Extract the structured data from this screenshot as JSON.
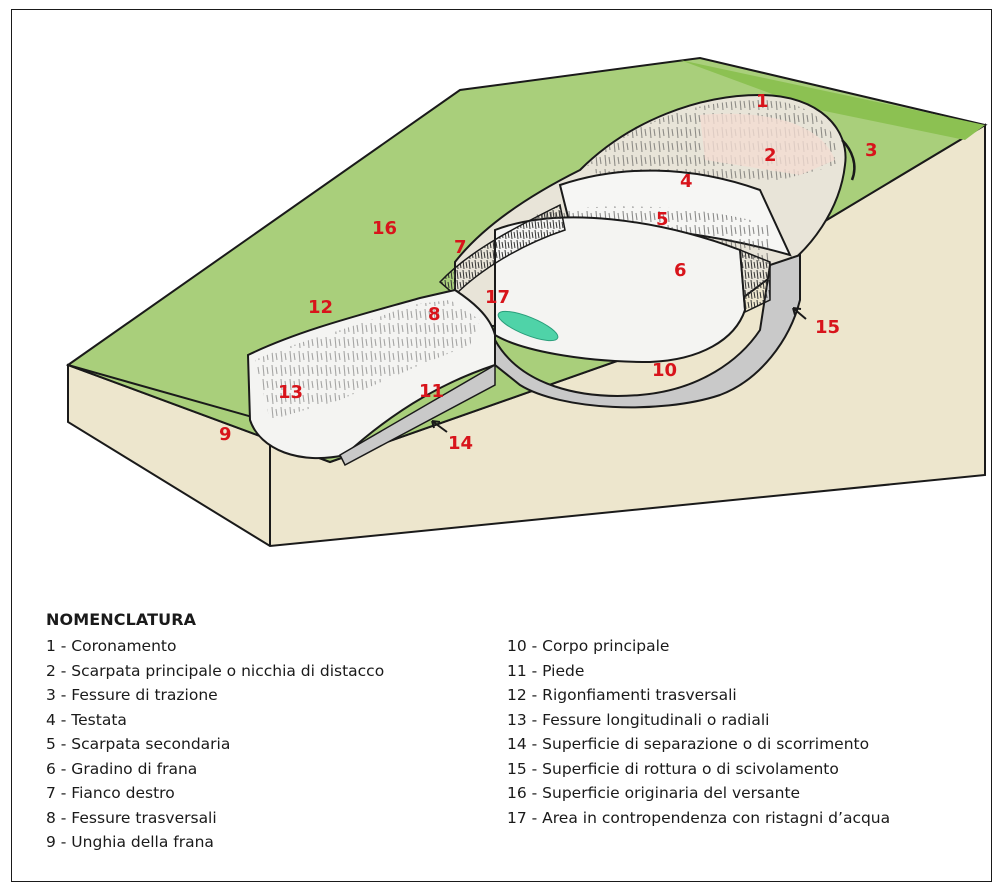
{
  "diagram": {
    "callouts": [
      {
        "n": "1"
      },
      {
        "n": "2"
      },
      {
        "n": "3"
      },
      {
        "n": "4"
      },
      {
        "n": "5"
      },
      {
        "n": "6"
      },
      {
        "n": "7"
      },
      {
        "n": "8"
      },
      {
        "n": "9"
      },
      {
        "n": "10"
      },
      {
        "n": "11"
      },
      {
        "n": "12"
      },
      {
        "n": "13"
      },
      {
        "n": "14"
      },
      {
        "n": "15"
      },
      {
        "n": "16"
      },
      {
        "n": "17"
      }
    ],
    "colors": {
      "ground_surface": "#a9cf7b",
      "ground_top_green": "#8cc152",
      "soil_side": "#ede6cd",
      "landslide_body": "#f4f4f2",
      "slip_surface": "#c9c9c9",
      "water": "#4fd3a8",
      "label_red": "#d8141b"
    }
  },
  "legend": {
    "title": "NOMENCLATURA",
    "left": [
      "1 - Coronamento",
      "2 - Scarpata principale o nicchia di distacco",
      "3 - Fessure di trazione",
      "4 - Testata",
      "5 - Scarpata secondaria",
      "6 - Gradino di frana",
      "7 - Fianco destro",
      "8 - Fessure trasversali",
      "9 - Unghia della frana"
    ],
    "right": [
      "10 - Corpo principale",
      "11 - Piede",
      "12 - Rigonfiamenti trasversali",
      "13 - Fessure longitudinali o radiali",
      "14 - Superficie di separazione o di scorrimento",
      "15 - Superficie di rottura o di scivolamento",
      "16 - Superficie originaria del versante",
      "17 - Area in contropendenza con ristagni d’acqua"
    ]
  }
}
